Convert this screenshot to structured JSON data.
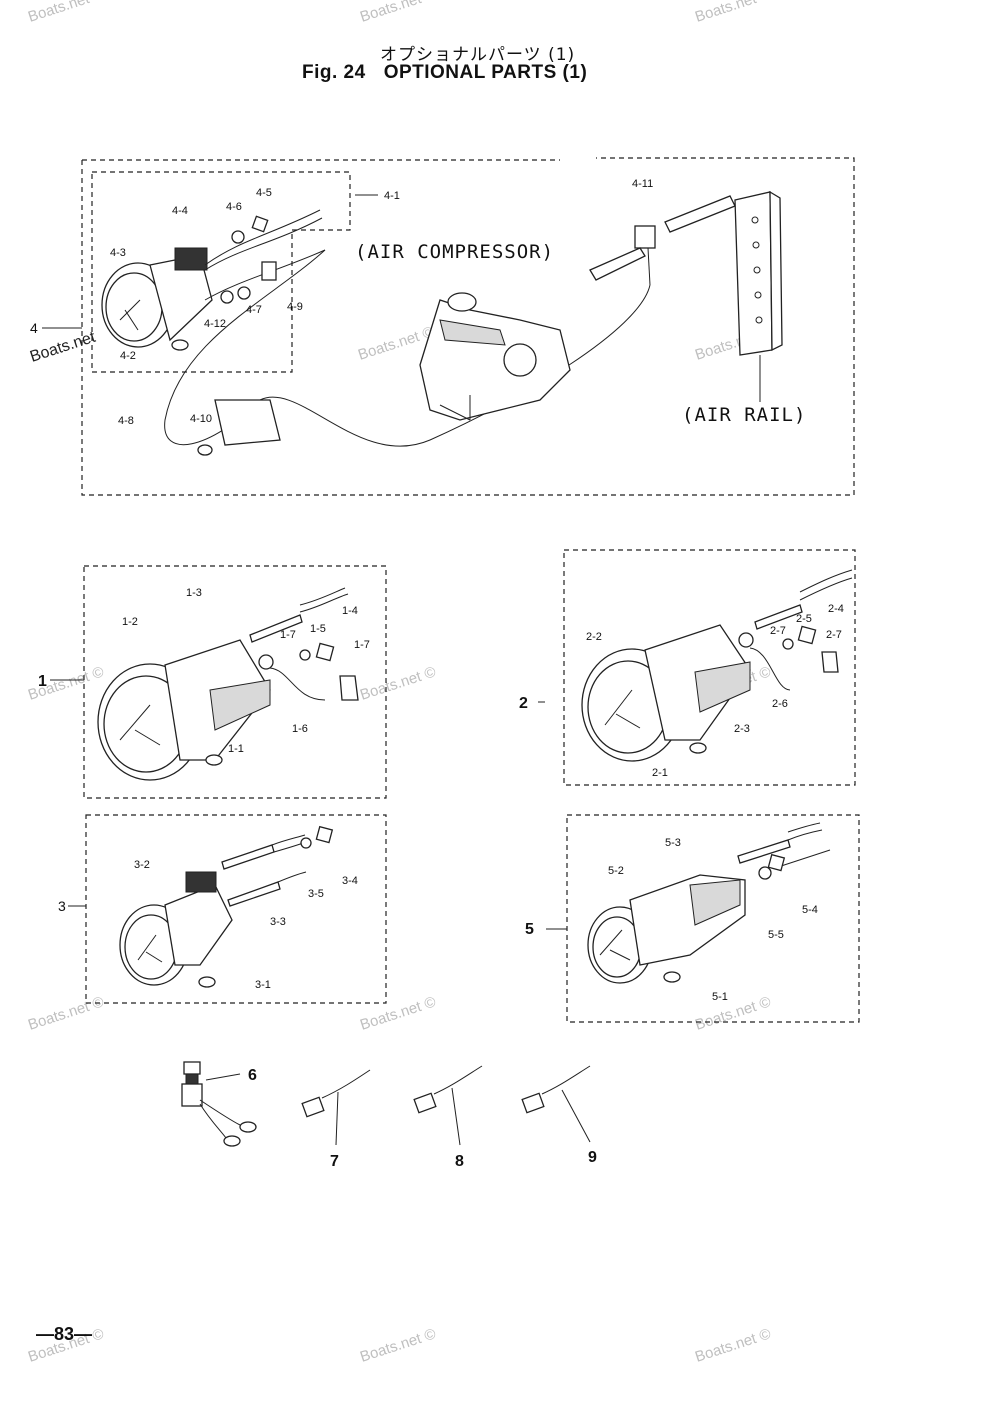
{
  "header": {
    "title_jp": "オプショナルパーツ (1)",
    "fig_number": "Fig. 24",
    "title_en": "OPTIONAL PARTS (1)"
  },
  "labels": {
    "air_compressor": "(AIR COMPRESSOR)",
    "air_rail": "(AIR RAIL)"
  },
  "assembly_4": {
    "main": "4",
    "parts": [
      "4-1",
      "4-2",
      "4-3",
      "4-4",
      "4-5",
      "4-6",
      "4-7",
      "4-8",
      "4-9",
      "4-10",
      "4-11",
      "4-12"
    ]
  },
  "assembly_1": {
    "main": "1",
    "parts": [
      "1-1",
      "1-2",
      "1-3",
      "1-4",
      "1-5",
      "1-6",
      "1-7",
      "1-7"
    ]
  },
  "assembly_2": {
    "main": "2",
    "parts": [
      "2-1",
      "2-2",
      "2-3",
      "2-4",
      "2-5",
      "2-6",
      "2-7",
      "2-7"
    ]
  },
  "assembly_3": {
    "main": "3",
    "parts": [
      "3-1",
      "3-2",
      "3-3",
      "3-4",
      "3-5"
    ]
  },
  "assembly_5": {
    "main": "5",
    "parts": [
      "5-1",
      "5-2",
      "5-3",
      "5-4",
      "5-5"
    ]
  },
  "singles": [
    "6",
    "7",
    "8",
    "9"
  ],
  "watermark": "Boats.net ©",
  "watermark_short": "Boats.net",
  "page_number": "—83—",
  "icons": [
    "gauge-icon",
    "bulb-icon",
    "nut-icon",
    "washer-icon",
    "harness-icon",
    "connector-icon",
    "switch-icon"
  ]
}
